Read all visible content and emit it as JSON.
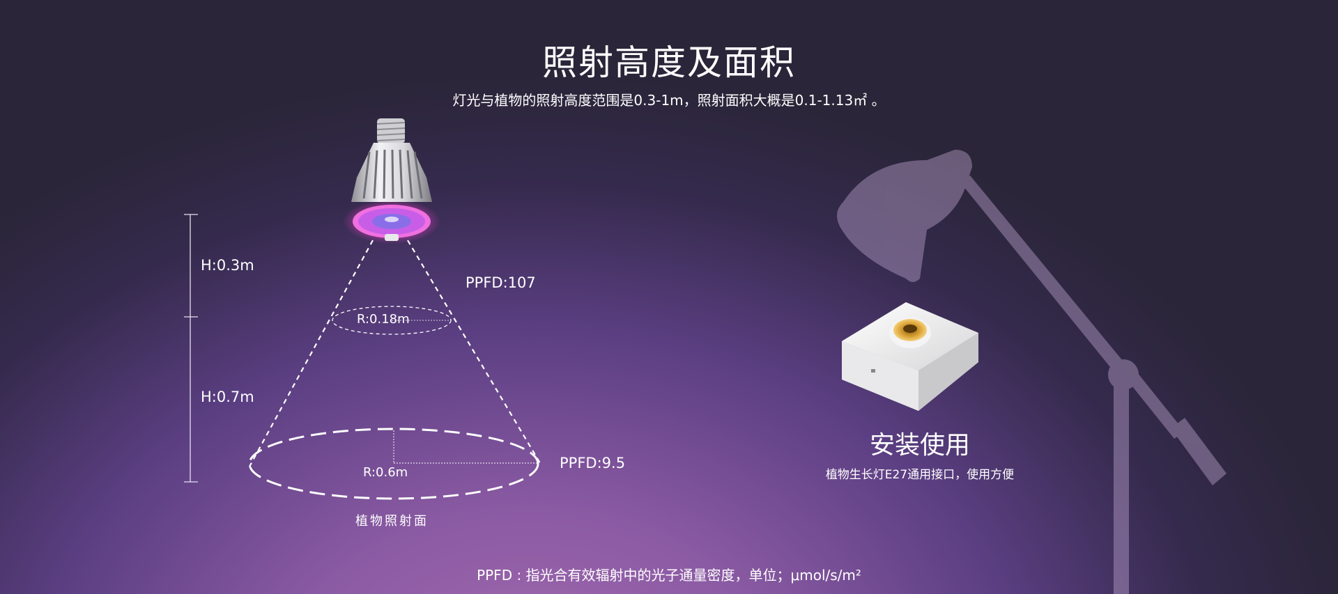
{
  "header": {
    "title": "照射高度及面积",
    "subtitle": "灯光与植物的照射高度范围是0.3-1m，照射面积大概是0.1-1.13㎡ 。"
  },
  "diagram": {
    "height_upper": "H:0.3m",
    "height_lower": "H:0.7m",
    "ppfd_upper": "PPFD:107",
    "radius_upper": "R:0.18m",
    "radius_lower": "R:0.6m",
    "ppfd_lower": "PPFD:9.5",
    "plane_label": "植物照射面"
  },
  "install": {
    "title": "安装使用",
    "description": "植物生长灯E27通用接口，使用方便"
  },
  "footnote": "PPFD : 指光合有效辐射中的光子通量密度，单位；μmol/s/m²",
  "colors": {
    "background_center": "#a56cb0",
    "background_edge": "#2a2538",
    "led_glow": "#ff3fd0",
    "text": "#ffffff"
  }
}
